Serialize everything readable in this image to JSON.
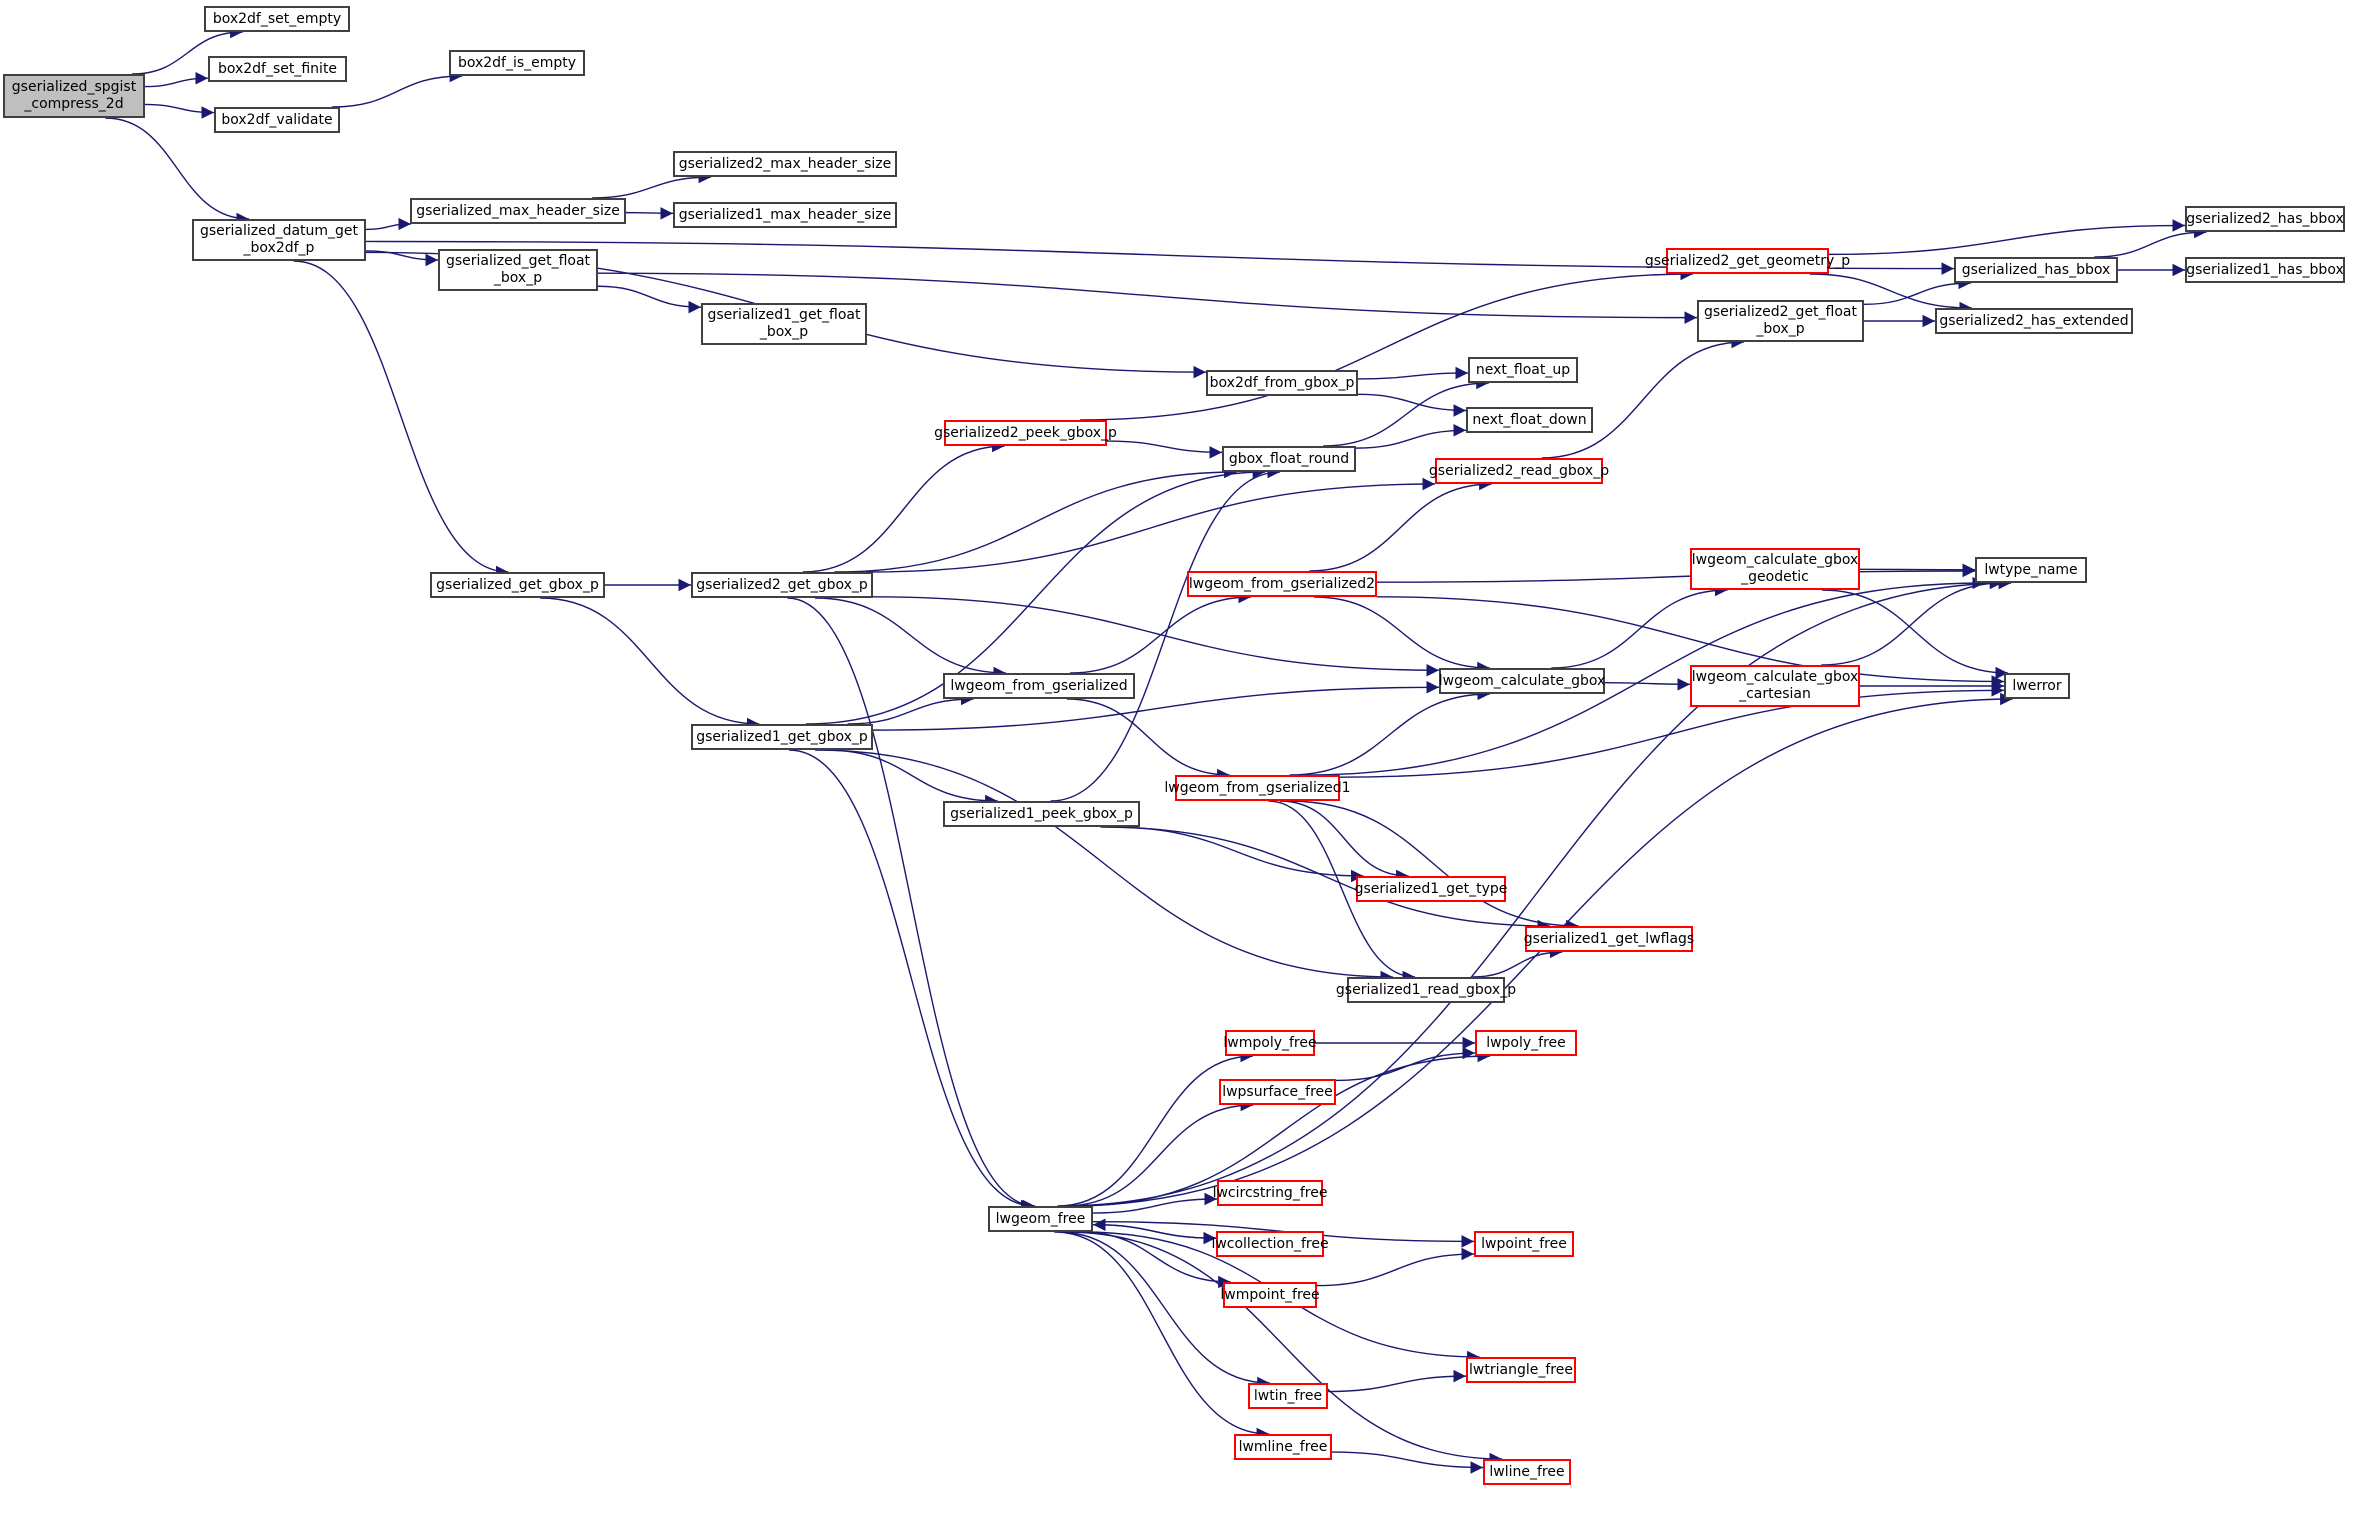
{
  "diagram": {
    "type": "call-graph",
    "colors": {
      "edge": "#191970",
      "node_border": "#404040",
      "truncated_border": "#ff0000",
      "root_fill": "#bfbfbf"
    },
    "nodes": [
      {
        "id": "root",
        "label": "gserialized_spgist\n_compress_2d",
        "kind": "root"
      },
      {
        "id": "b_set_empty",
        "label": "box2df_set_empty",
        "kind": "normal"
      },
      {
        "id": "b_set_finite",
        "label": "box2df_set_finite",
        "kind": "normal"
      },
      {
        "id": "b_validate",
        "label": "box2df_validate",
        "kind": "normal"
      },
      {
        "id": "b_is_empty",
        "label": "box2df_is_empty",
        "kind": "normal"
      },
      {
        "id": "datum_get",
        "label": "gserialized_datum_get\n_box2df_p",
        "kind": "normal"
      },
      {
        "id": "max_hdr",
        "label": "gserialized_max_header_size",
        "kind": "normal"
      },
      {
        "id": "max_hdr2",
        "label": "gserialized2_max_header_size",
        "kind": "normal"
      },
      {
        "id": "max_hdr1",
        "label": "gserialized1_max_header_size",
        "kind": "normal"
      },
      {
        "id": "get_float",
        "label": "gserialized_get_float\n_box_p",
        "kind": "normal"
      },
      {
        "id": "get_float1",
        "label": "gserialized1_get_float\n_box_p",
        "kind": "normal"
      },
      {
        "id": "get_geom2",
        "label": "gserialized2_get_geometry_p",
        "kind": "truncated"
      },
      {
        "id": "get_float2",
        "label": "gserialized2_get_float\n_box_p",
        "kind": "normal"
      },
      {
        "id": "has_bbox",
        "label": "gserialized_has_bbox",
        "kind": "normal"
      },
      {
        "id": "has_bbox2",
        "label": "gserialized2_has_bbox",
        "kind": "normal"
      },
      {
        "id": "has_bbox1",
        "label": "gserialized1_has_bbox",
        "kind": "normal"
      },
      {
        "id": "has_ext2",
        "label": "gserialized2_has_extended",
        "kind": "normal"
      },
      {
        "id": "b_from_gbox",
        "label": "box2df_from_gbox_p",
        "kind": "normal"
      },
      {
        "id": "nf_up",
        "label": "next_float_up",
        "kind": "normal"
      },
      {
        "id": "nf_down",
        "label": "next_float_down",
        "kind": "normal"
      },
      {
        "id": "peek2",
        "label": "gserialized2_peek_gbox_p",
        "kind": "truncated"
      },
      {
        "id": "gfr",
        "label": "gbox_float_round",
        "kind": "normal"
      },
      {
        "id": "read2",
        "label": "gserialized2_read_gbox_p",
        "kind": "truncated"
      },
      {
        "id": "get_gbox",
        "label": "gserialized_get_gbox_p",
        "kind": "normal"
      },
      {
        "id": "get_gbox2",
        "label": "gserialized2_get_gbox_p",
        "kind": "normal"
      },
      {
        "id": "lfg2",
        "label": "lwgeom_from_gserialized2",
        "kind": "truncated"
      },
      {
        "id": "calc_geo",
        "label": "lwgeom_calculate_gbox\n_geodetic",
        "kind": "truncated"
      },
      {
        "id": "lwtype",
        "label": "lwtype_name",
        "kind": "normal"
      },
      {
        "id": "lfg",
        "label": "lwgeom_from_gserialized",
        "kind": "normal"
      },
      {
        "id": "calc",
        "label": "lwgeom_calculate_gbox",
        "kind": "normal"
      },
      {
        "id": "calc_cart",
        "label": "lwgeom_calculate_gbox\n_cartesian",
        "kind": "truncated"
      },
      {
        "id": "lwerror",
        "label": "lwerror",
        "kind": "normal"
      },
      {
        "id": "get_gbox1",
        "label": "gserialized1_get_gbox_p",
        "kind": "normal"
      },
      {
        "id": "lfg1",
        "label": "lwgeom_from_gserialized1",
        "kind": "truncated"
      },
      {
        "id": "peek1",
        "label": "gserialized1_peek_gbox_p",
        "kind": "normal"
      },
      {
        "id": "get_type1",
        "label": "gserialized1_get_type",
        "kind": "truncated"
      },
      {
        "id": "lwflags1",
        "label": "gserialized1_get_lwflags",
        "kind": "truncated"
      },
      {
        "id": "read1",
        "label": "gserialized1_read_gbox_p",
        "kind": "normal"
      },
      {
        "id": "lwmpoly",
        "label": "lwmpoly_free",
        "kind": "truncated"
      },
      {
        "id": "lwpoly",
        "label": "lwpoly_free",
        "kind": "truncated"
      },
      {
        "id": "lwpsurf",
        "label": "lwpsurface_free",
        "kind": "truncated"
      },
      {
        "id": "lwgeom_free",
        "label": "lwgeom_free",
        "kind": "normal"
      },
      {
        "id": "lwcirc",
        "label": "lwcircstring_free",
        "kind": "truncated"
      },
      {
        "id": "lwcoll",
        "label": "lwcollection_free",
        "kind": "truncated"
      },
      {
        "id": "lwpoint",
        "label": "lwpoint_free",
        "kind": "truncated"
      },
      {
        "id": "lwmpoint",
        "label": "lwmpoint_free",
        "kind": "truncated"
      },
      {
        "id": "lwtri",
        "label": "lwtriangle_free",
        "kind": "truncated"
      },
      {
        "id": "lwtin",
        "label": "lwtin_free",
        "kind": "truncated"
      },
      {
        "id": "lwmline",
        "label": "lwmline_free",
        "kind": "truncated"
      },
      {
        "id": "lwline",
        "label": "lwline_free",
        "kind": "truncated"
      }
    ],
    "edges": [
      [
        "root",
        "b_set_empty"
      ],
      [
        "root",
        "b_set_finite"
      ],
      [
        "root",
        "b_validate"
      ],
      [
        "root",
        "datum_get"
      ],
      [
        "b_validate",
        "b_is_empty"
      ],
      [
        "datum_get",
        "has_bbox"
      ],
      [
        "datum_get",
        "max_hdr"
      ],
      [
        "datum_get",
        "get_float"
      ],
      [
        "datum_get",
        "b_from_gbox"
      ],
      [
        "datum_get",
        "get_gbox"
      ],
      [
        "max_hdr",
        "max_hdr2"
      ],
      [
        "max_hdr",
        "max_hdr1"
      ],
      [
        "get_float",
        "get_float2"
      ],
      [
        "get_float",
        "get_float1"
      ],
      [
        "get_geom2",
        "has_bbox2"
      ],
      [
        "get_geom2",
        "has_ext2"
      ],
      [
        "get_float2",
        "has_bbox"
      ],
      [
        "get_float2",
        "has_ext2"
      ],
      [
        "has_bbox",
        "has_bbox2"
      ],
      [
        "has_bbox",
        "has_bbox1"
      ],
      [
        "b_from_gbox",
        "nf_up"
      ],
      [
        "b_from_gbox",
        "nf_down"
      ],
      [
        "peek2",
        "get_geom2"
      ],
      [
        "peek2",
        "gfr"
      ],
      [
        "gfr",
        "nf_up"
      ],
      [
        "gfr",
        "nf_down"
      ],
      [
        "read2",
        "get_float2"
      ],
      [
        "get_gbox",
        "get_gbox2"
      ],
      [
        "get_gbox",
        "get_gbox1"
      ],
      [
        "get_gbox2",
        "peek2"
      ],
      [
        "get_gbox2",
        "gfr"
      ],
      [
        "get_gbox2",
        "read2"
      ],
      [
        "get_gbox2",
        "lfg"
      ],
      [
        "get_gbox2",
        "calc"
      ],
      [
        "get_gbox2",
        "lwgeom_free"
      ],
      [
        "lfg2",
        "read2"
      ],
      [
        "lfg2",
        "lwtype"
      ],
      [
        "lfg2",
        "calc"
      ],
      [
        "lfg2",
        "lwerror"
      ],
      [
        "calc_geo",
        "lwtype"
      ],
      [
        "calc_geo",
        "lwerror"
      ],
      [
        "lfg",
        "lfg2"
      ],
      [
        "lfg",
        "lfg1"
      ],
      [
        "calc",
        "calc_geo"
      ],
      [
        "calc",
        "calc_cart"
      ],
      [
        "calc_cart",
        "lwtype"
      ],
      [
        "calc_cart",
        "lwerror"
      ],
      [
        "get_gbox1",
        "gfr"
      ],
      [
        "get_gbox1",
        "lfg"
      ],
      [
        "get_gbox1",
        "calc"
      ],
      [
        "get_gbox1",
        "peek1"
      ],
      [
        "get_gbox1",
        "read1"
      ],
      [
        "get_gbox1",
        "lwgeom_free"
      ],
      [
        "lfg1",
        "calc"
      ],
      [
        "lfg1",
        "lwtype"
      ],
      [
        "lfg1",
        "lwerror"
      ],
      [
        "lfg1",
        "get_type1"
      ],
      [
        "lfg1",
        "lwflags1"
      ],
      [
        "lfg1",
        "read1"
      ],
      [
        "peek1",
        "gfr"
      ],
      [
        "peek1",
        "get_type1"
      ],
      [
        "peek1",
        "lwflags1"
      ],
      [
        "read1",
        "lwflags1"
      ],
      [
        "lwgeom_free",
        "lwtype"
      ],
      [
        "lwgeom_free",
        "lwpoly"
      ],
      [
        "lwgeom_free",
        "lwmpoly"
      ],
      [
        "lwgeom_free",
        "lwpsurf"
      ],
      [
        "lwgeom_free",
        "lwpoint"
      ],
      [
        "lwgeom_free",
        "lwcirc"
      ],
      [
        "lwgeom_free",
        "lwcoll"
      ],
      [
        "lwgeom_free",
        "lwmpoint"
      ],
      [
        "lwgeom_free",
        "lwtri"
      ],
      [
        "lwgeom_free",
        "lwtin"
      ],
      [
        "lwgeom_free",
        "lwmline"
      ],
      [
        "lwgeom_free",
        "lwline"
      ],
      [
        "lwgeom_free",
        "lwerror"
      ],
      [
        "lwcoll",
        "lwgeom_free"
      ],
      [
        "lwmpoly",
        "lwpoly"
      ],
      [
        "lwpsurf",
        "lwpoly"
      ],
      [
        "lwmpoint",
        "lwpoint"
      ],
      [
        "lwtin",
        "lwtri"
      ],
      [
        "lwmline",
        "lwline"
      ]
    ]
  }
}
